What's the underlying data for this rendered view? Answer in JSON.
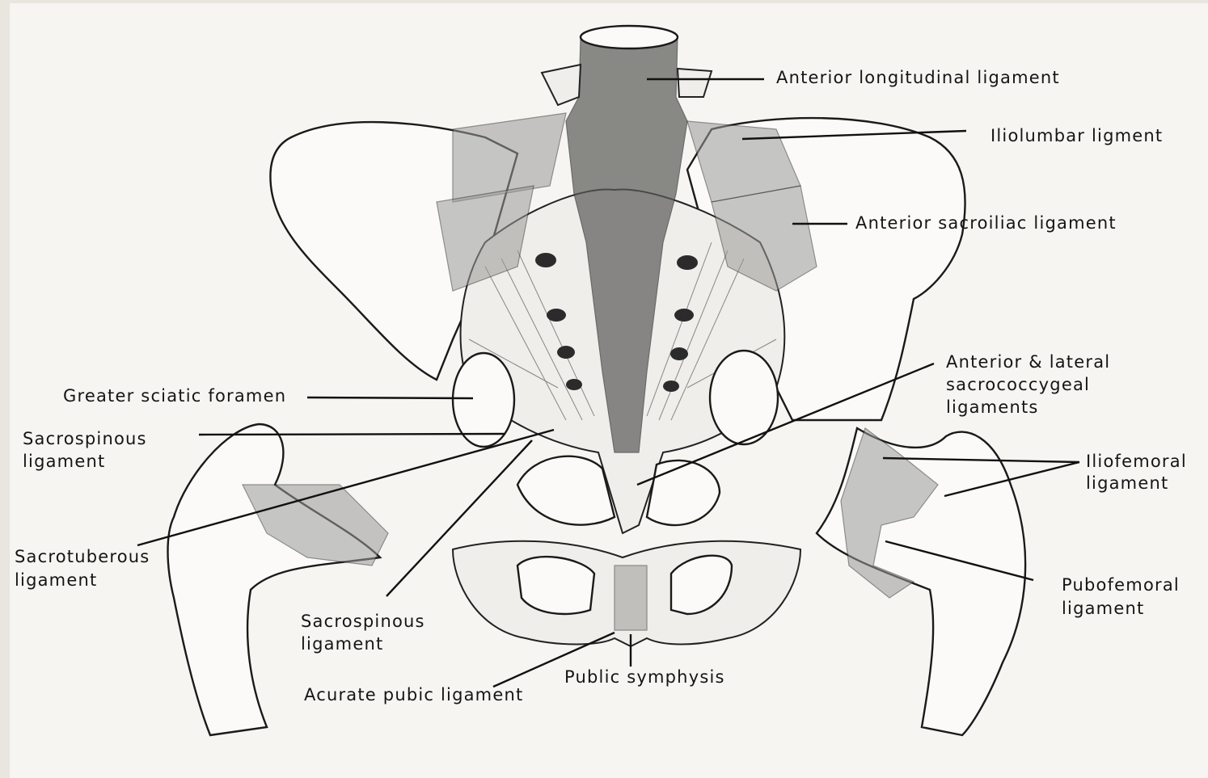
{
  "labels": {
    "anterior_longitudinal": "Anterior longitudinal ligament",
    "iliolumbar": "Iliolumbar ligment",
    "anterior_sacroiliac": "Anterior sacroiliac ligament",
    "greater_sciatic": "Greater sciatic foramen",
    "sacrospinous_upper_1": "Sacrospinous",
    "sacrospinous_upper_2": "ligament",
    "anterior_lateral_1": "Anterior & lateral",
    "anterior_lateral_2": "sacrococcygeal",
    "anterior_lateral_3": "ligaments",
    "iliofemoral_1": "Iliofemoral",
    "iliofemoral_2": "ligament",
    "sacrotuberous_1": "Sacrotuberous",
    "sacrotuberous_2": "ligament",
    "pubofemoral_1": "Pubofemoral",
    "pubofemoral_2": "ligament",
    "sacrospinous_lower_1": "Sacrospinous",
    "sacrospinous_lower_2": "ligament",
    "public_symphysis": "Public symphysis",
    "acurate_pubic": "Acurate pubic ligament"
  }
}
